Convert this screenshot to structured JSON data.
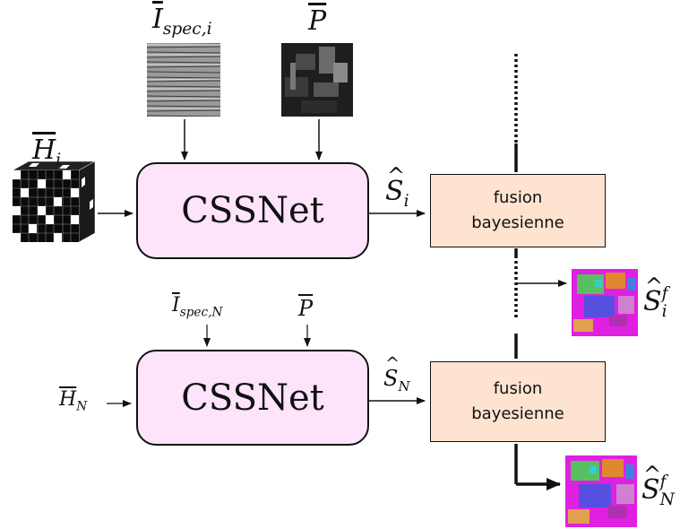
{
  "top_branch": {
    "model_label": "CSSNet",
    "fusion_label_line1": "fusion",
    "fusion_label_line2": "bayesienne",
    "input_spec_symbol": "I",
    "input_spec_sub": "spec,i",
    "input_pan_symbol": "P",
    "input_hsi_symbol": "H",
    "input_hsi_sub": "i",
    "output_symbol": "S",
    "output_sub": "i",
    "fused_symbol": "S",
    "fused_sub": "i",
    "fused_sup": "f"
  },
  "bottom_branch": {
    "model_label": "CSSNet",
    "fusion_label_line1": "fusion",
    "fusion_label_line2": "bayesienne",
    "input_spec_symbol": "I",
    "input_spec_sub": "spec,N",
    "input_pan_symbol": "P",
    "input_hsi_symbol": "H",
    "input_hsi_sub": "N",
    "output_symbol": "S",
    "output_sub": "N",
    "fused_symbol": "S",
    "fused_sub": "N",
    "fused_sup": "f"
  },
  "colors": {
    "cssnet_fill": "#fde4fb",
    "fusion_fill": "#fde3d0",
    "stroke": "#111111"
  }
}
